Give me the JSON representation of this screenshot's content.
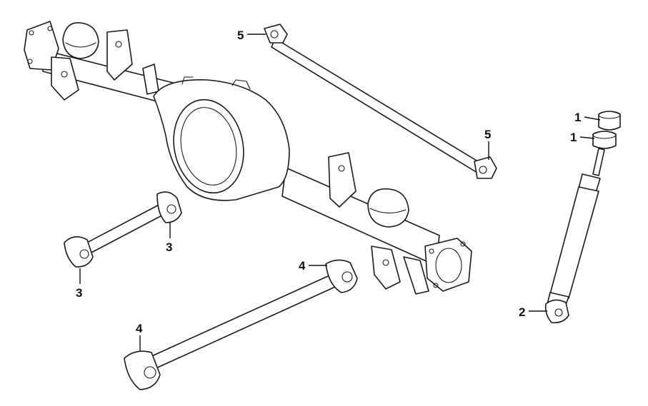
{
  "callouts": {
    "c1a": "1",
    "c1b": "1",
    "c2": "2",
    "c3a": "3",
    "c3b": "3",
    "c4a": "4",
    "c4b": "4",
    "c5a": "5",
    "c5b": "5"
  },
  "colors": {
    "line": "#1a1a1a",
    "background": "#ffffff"
  }
}
